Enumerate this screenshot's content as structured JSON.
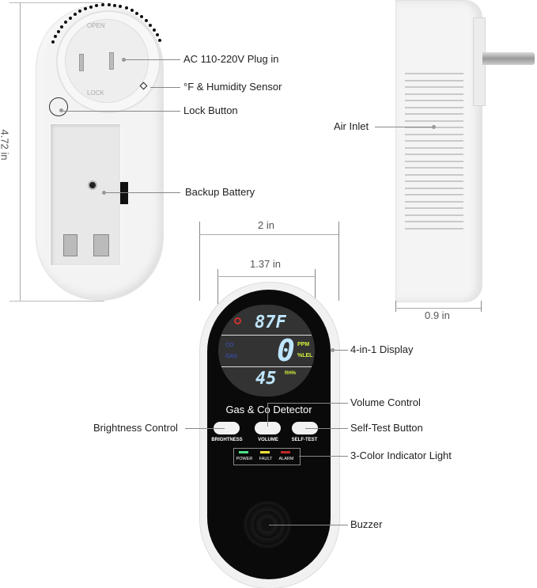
{
  "dimensions": {
    "height": "4.72 in",
    "width": "2 in",
    "display_width": "1.37 in",
    "depth": "0.9 in"
  },
  "callouts": {
    "plug": "AC 110-220V Plug in",
    "sensor": "°F & Humidity Sensor",
    "lock": "Lock Button",
    "battery": "Backup Battery",
    "air_inlet": "Air Inlet",
    "display": "4-in-1 Display",
    "volume": "Volume Control",
    "brightness": "Brightness Control",
    "self_test": "Self-Test Button",
    "indicator": "3-Color Indicator Light",
    "buzzer": "Buzzer"
  },
  "back": {
    "dial_open": "OPEN",
    "dial_lock": "LOCK"
  },
  "device": {
    "temperature": "87F",
    "gas_reading": "0",
    "unit_ppm": "PPM",
    "unit_lel": "%LEL",
    "mode_co": "CO",
    "mode_gas": "GAS",
    "humidity": "45",
    "unit_rh": "RH%",
    "title": "Gas & Co Detector",
    "buttons": [
      "BRIGHTNESS",
      "VOLUME",
      "SELF-TEST"
    ],
    "indicators": [
      {
        "label": "POWER",
        "color": "#4be08a"
      },
      {
        "label": "FAULT",
        "color": "#f5e03a"
      },
      {
        "label": "ALARM",
        "color": "#c0282a"
      }
    ]
  },
  "colors": {
    "lcd_digits": "#bfe6ff",
    "lcd_units": "#d6f23a",
    "mode_labels": "#3553c8",
    "power_icon": "#d03030"
  }
}
